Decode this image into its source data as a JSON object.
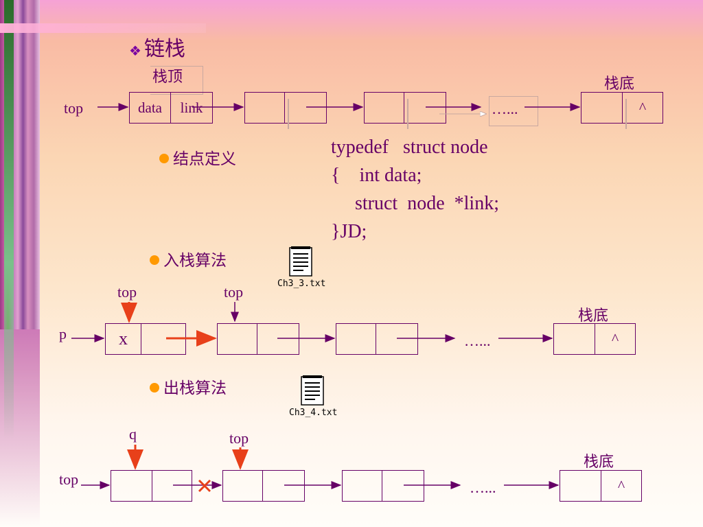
{
  "title": "链栈",
  "diagram1": {
    "stack_top_label": "栈顶",
    "stack_bottom_label": "栈底",
    "pointer_label": "top",
    "head_data_label": "data",
    "head_link_label": "link",
    "ellipsis": "…...",
    "null_symbol": "^"
  },
  "node_def": {
    "label": "结点定义",
    "code": [
      "typedef   struct node",
      "{    int data;",
      "     struct  node  *link;",
      "}JD;"
    ]
  },
  "push": {
    "label": "入栈算法",
    "file_caption": "Ch3_3.txt",
    "top_label_1": "top",
    "top_label_2": "top",
    "p_label": "p",
    "x_label": "x",
    "ellipsis": "…...",
    "stack_bottom_label": "栈底",
    "null_symbol": "^"
  },
  "pop": {
    "label": "出栈算法",
    "file_caption": "Ch3_4.txt",
    "q_label": "q",
    "top_label": "top",
    "top_left_label": "top",
    "ellipsis": "…...",
    "stack_bottom_label": "栈底",
    "null_symbol": "^"
  },
  "colors": {
    "text": "#660066",
    "accent_arrow": "#e8401a",
    "bullet": "#ff9900"
  }
}
